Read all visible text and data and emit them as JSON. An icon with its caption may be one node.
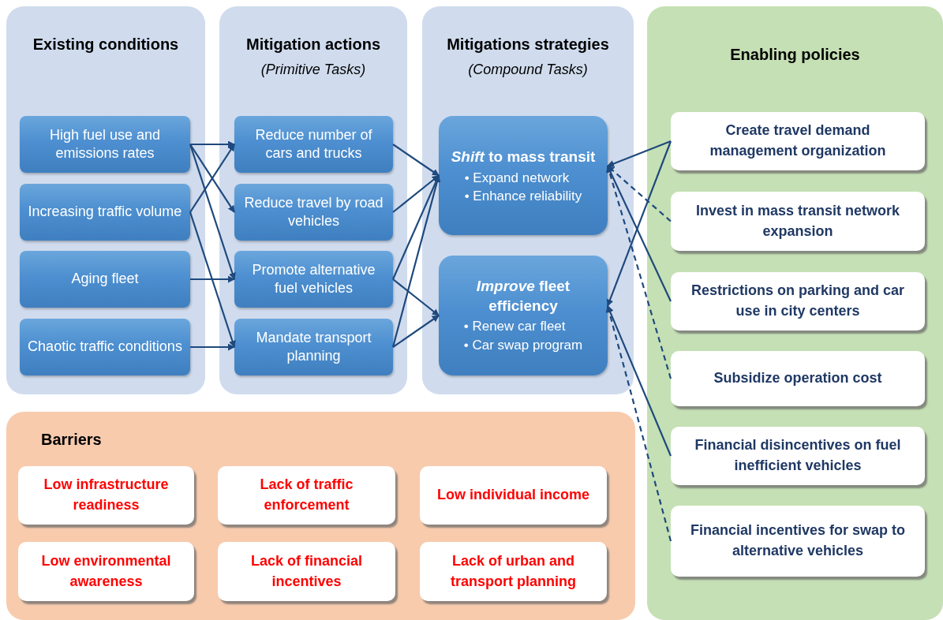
{
  "diagram": {
    "nodes": [
      {
        "text": [
          "Existing conditions"
        ]
      },
      {
        "text": [
          "High fuel use and emissions rates"
        ],
        "in": 0
      },
      {
        "text": [
          "Increasing traffic volume"
        ],
        "in": 0
      },
      {
        "text": [
          "Aging fleet"
        ],
        "in": 0
      },
      {
        "text": [
          "Chaotic traffic conditions"
        ],
        "in": 0
      },
      {
        "text": [
          "Mitigation actions",
          "(Primitive Tasks)"
        ]
      },
      {
        "text": [
          "Reduce number of cars and trucks"
        ],
        "in": 5
      },
      {
        "text": [
          "Reduce travel by road vehicles"
        ],
        "in": 5
      },
      {
        "text": [
          "Promote alternative fuel vehicles"
        ],
        "in": 5
      },
      {
        "text": [
          "Mandate transport planning"
        ],
        "in": 5
      },
      {
        "text": [
          "Mitigations strategies",
          "(Compound Tasks)"
        ]
      },
      {
        "text": [
          "*Shift* to mass transit",
          "• Expand network",
          "• Enhance reliability"
        ],
        "in": 10
      },
      {
        "text": [
          "*Improve* fleet efficiency",
          "• Renew car fleet",
          "• Car swap program"
        ],
        "in": 10
      },
      {
        "text": [
          "Enabling policies"
        ]
      },
      {
        "text": [
          "Create travel demand management organization"
        ],
        "in": 13
      },
      {
        "text": [
          "Invest in mass transit network expansion"
        ],
        "in": 13
      },
      {
        "text": [
          "Restrictions on parking and car use in city centers"
        ],
        "in": 13
      },
      {
        "text": [
          "Subsidize operation cost"
        ],
        "in": 13
      },
      {
        "text": [
          "Financial disincentives on fuel inefficient vehicles"
        ],
        "in": 13
      },
      {
        "text": [
          "Financial incentives for swap to alternative vehicles"
        ],
        "in": 13
      },
      {
        "text": [
          "Barriers"
        ]
      },
      {
        "text": [
          "Low infrastructure readiness"
        ],
        "in": 20
      },
      {
        "text": [
          "Lack of traffic enforcement"
        ],
        "in": 20
      },
      {
        "text": [
          "Low individual income"
        ],
        "in": 20
      },
      {
        "text": [
          "Low environmental awareness"
        ],
        "in": 20
      },
      {
        "text": [
          "Lack of financial incentives"
        ],
        "in": 20
      },
      {
        "text": [
          "Lack of urban and transport planning"
        ],
        "in": 20
      }
    ],
    "edges": [
      {
        "from": 1,
        "to": 6,
        "arrow": "to"
      },
      {
        "from": 1,
        "to": 7,
        "arrow": "to"
      },
      {
        "from": 1,
        "to": 8,
        "arrow": "to"
      },
      {
        "from": 2,
        "to": 6,
        "arrow": "to"
      },
      {
        "from": 2,
        "to": 9,
        "arrow": "to"
      },
      {
        "from": 3,
        "to": 8,
        "arrow": "to"
      },
      {
        "from": 4,
        "to": 9,
        "arrow": "to"
      },
      {
        "from": 6,
        "to": 11,
        "arrow": "to"
      },
      {
        "from": 7,
        "to": 11,
        "arrow": "to"
      },
      {
        "from": 8,
        "to": 11,
        "arrow": "to"
      },
      {
        "from": 8,
        "to": 12,
        "arrow": "to"
      },
      {
        "from": 9,
        "to": 11,
        "arrow": "to"
      },
      {
        "from": 9,
        "to": 12,
        "arrow": "to"
      },
      {
        "from": 14,
        "to": 11,
        "arrow": "to"
      },
      {
        "from": 14,
        "to": 12,
        "arrow": "to"
      },
      {
        "from": 15,
        "to": 11,
        "arrow": "to",
        "style": "dashed"
      },
      {
        "from": 16,
        "to": 11,
        "arrow": "to"
      },
      {
        "from": 17,
        "to": 11,
        "arrow": "to",
        "style": "dashed"
      },
      {
        "from": 18,
        "to": 12,
        "arrow": "to"
      },
      {
        "from": 19,
        "to": 12,
        "arrow": "to",
        "style": "dashed"
      }
    ]
  }
}
